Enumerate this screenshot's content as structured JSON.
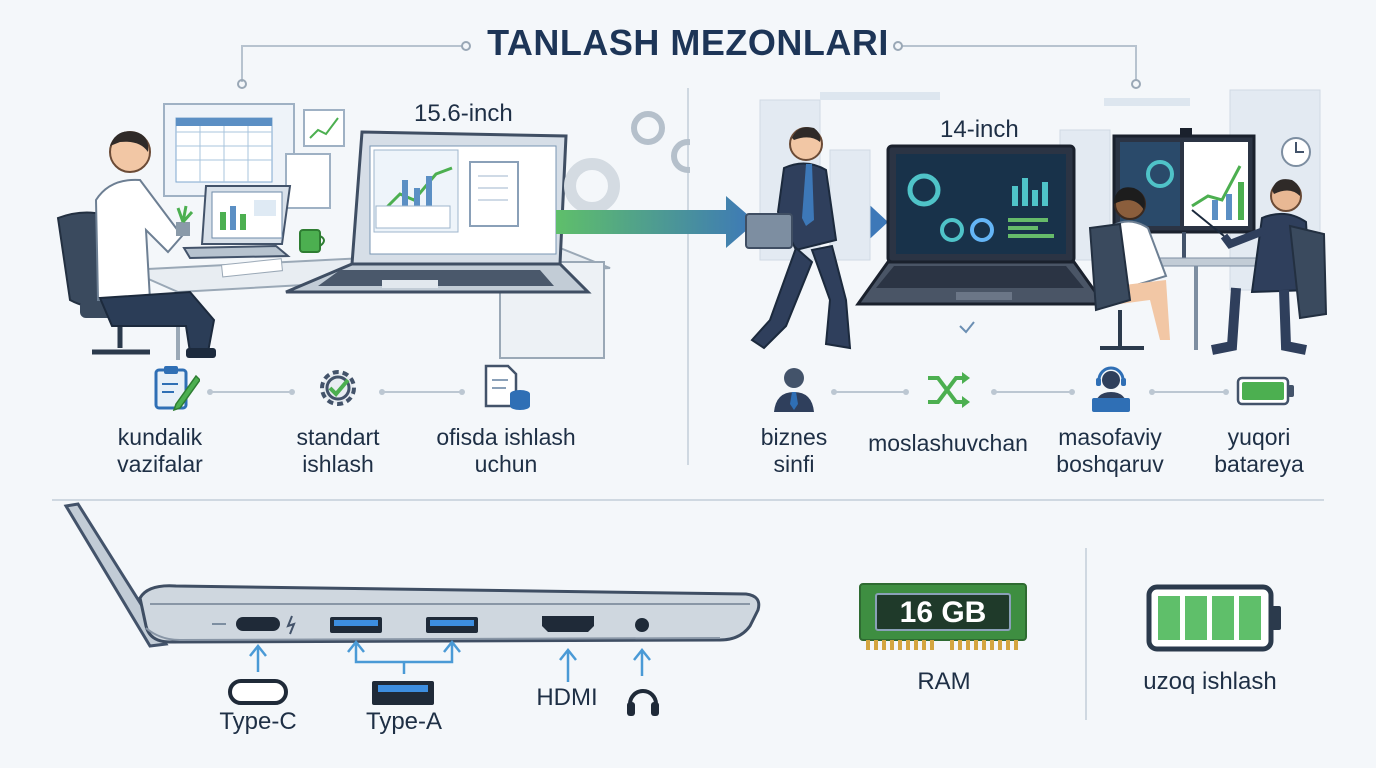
{
  "title": "TANLASH MEZONLARI",
  "left_panel": {
    "laptop_size": "15.6-inch",
    "criteria": [
      {
        "icon": "clipboard-check-icon",
        "label_line1": "kundalik",
        "label_line2": "vazifalar"
      },
      {
        "icon": "gear-check-icon",
        "label_line1": "standart",
        "label_line2": "ishlash"
      },
      {
        "icon": "document-database-icon",
        "label_line1": "ofisda ishlash",
        "label_line2": "uchun"
      }
    ]
  },
  "right_panel": {
    "laptop_size": "14-inch",
    "criteria": [
      {
        "icon": "businessman-icon",
        "label_line1": "biznes",
        "label_line2": "sinfi"
      },
      {
        "icon": "shuffle-arrows-icon",
        "label_line1": "moslashuvchan",
        "label_line2": ""
      },
      {
        "icon": "remote-support-icon",
        "label_line1": "masofaviy",
        "label_line2": "boshqaruv"
      },
      {
        "icon": "battery-icon",
        "label_line1": "yuqori",
        "label_line2": "batareya"
      }
    ]
  },
  "ports": {
    "type_c": "Type-C",
    "type_a": "Type-A",
    "hdmi": "HDMI",
    "audio_icon": "headphones-icon"
  },
  "ram": {
    "value": "16 GB",
    "label": "RAM"
  },
  "battery": {
    "label": "uzoq ishlash",
    "level": 1.0
  },
  "colors": {
    "accent_blue": "#2f6fb5",
    "accent_green": "#4caf50",
    "title": "#1d3557"
  }
}
